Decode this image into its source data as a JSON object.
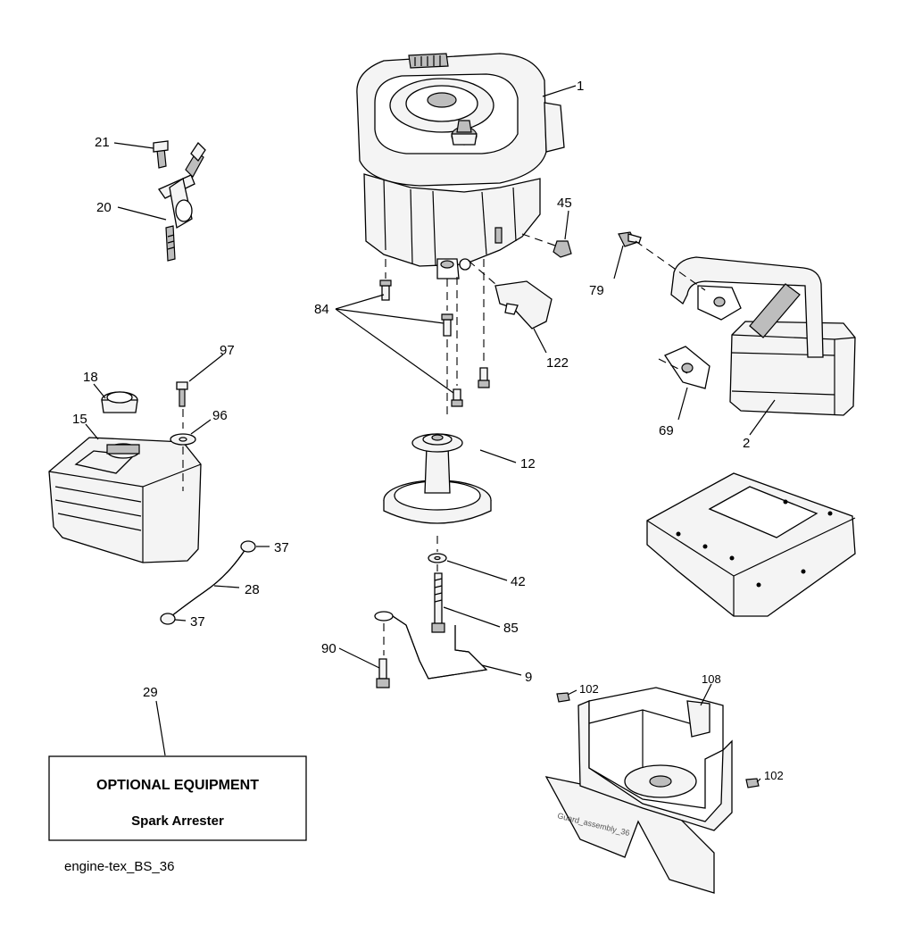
{
  "diagram": {
    "parts": [
      {
        "key": "p1",
        "number": "1"
      },
      {
        "key": "p2",
        "number": "2"
      },
      {
        "key": "p9",
        "number": "9"
      },
      {
        "key": "p12",
        "number": "12"
      },
      {
        "key": "p15",
        "number": "15"
      },
      {
        "key": "p18",
        "number": "18"
      },
      {
        "key": "p20",
        "number": "20"
      },
      {
        "key": "p21",
        "number": "21"
      },
      {
        "key": "p28",
        "number": "28"
      },
      {
        "key": "p29",
        "number": "29"
      },
      {
        "key": "p37a",
        "number": "37"
      },
      {
        "key": "p37b",
        "number": "37"
      },
      {
        "key": "p42",
        "number": "42"
      },
      {
        "key": "p45",
        "number": "45"
      },
      {
        "key": "p69",
        "number": "69"
      },
      {
        "key": "p79",
        "number": "79"
      },
      {
        "key": "p84",
        "number": "84"
      },
      {
        "key": "p85",
        "number": "85"
      },
      {
        "key": "p90",
        "number": "90"
      },
      {
        "key": "p96",
        "number": "96"
      },
      {
        "key": "p97",
        "number": "97"
      },
      {
        "key": "p102a",
        "number": "102"
      },
      {
        "key": "p102b",
        "number": "102"
      },
      {
        "key": "p108",
        "number": "108"
      },
      {
        "key": "p122",
        "number": "122"
      }
    ],
    "optional_box": {
      "title": "OPTIONAL EQUIPMENT",
      "subtitle": "Spark Arrester"
    },
    "guard_stamp": "Guard_assembly_36",
    "caption": "engine-tex_BS_36"
  }
}
